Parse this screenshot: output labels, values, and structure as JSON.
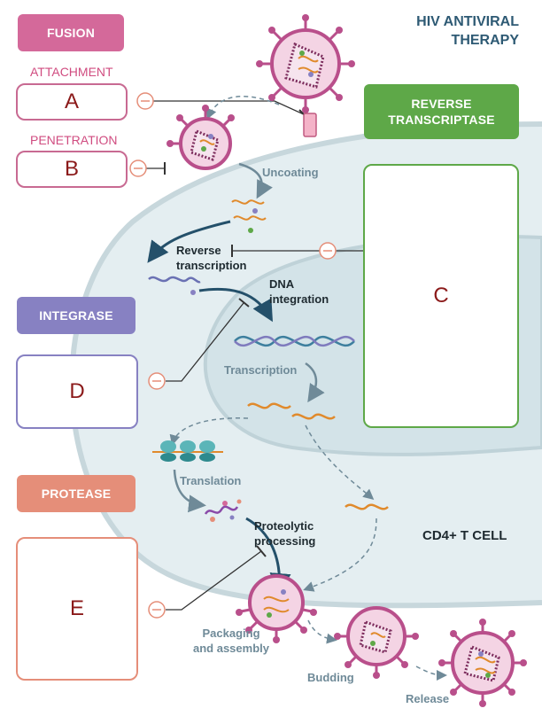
{
  "title_line1": "HIV ANTIVIRAL",
  "title_line2": "THERAPY",
  "fusion": "FUSION",
  "attachment": "ATTACHMENT",
  "penetration": "PENETRATION",
  "reverse_transcriptase_line1": "REVERSE",
  "reverse_transcriptase_line2": "TRANSCRIPTASE",
  "integrase": "INTEGRASE",
  "protease": "PROTEASE",
  "box_a": "A",
  "box_b": "B",
  "box_c": "C",
  "box_d": "D",
  "box_e": "E",
  "steps": {
    "uncoating": "Uncoating",
    "reverse_line1": "Reverse",
    "reverse_line2": "transcription",
    "dna_line1": "DNA",
    "dna_line2": "integration",
    "transcription": "Transcription",
    "translation": "Translation",
    "proteolytic_line1": "Proteolytic",
    "proteolytic_line2": "processing",
    "packaging_line1": "Packaging",
    "packaging_line2": "and assembly",
    "budding": "Budding",
    "release": "Release"
  },
  "cell_label": "CD4+ T CELL",
  "colors": {
    "fusion": "#d4699a",
    "reverse_transcriptase": "#5ea848",
    "integrase": "#8781c2",
    "protease": "#e58e79",
    "virus_membrane": "#b94f8b",
    "cell_fill": "#e4eef1"
  }
}
